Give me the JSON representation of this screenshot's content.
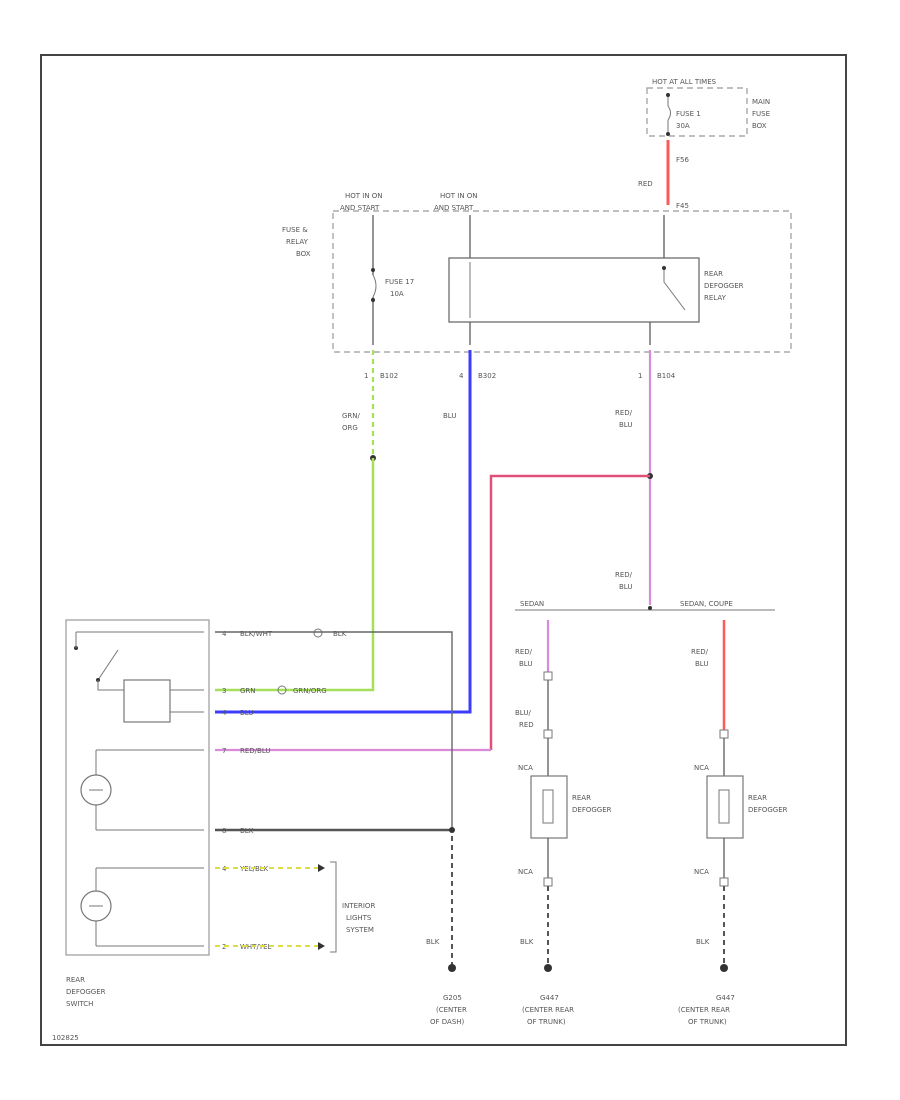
{
  "diagram": {
    "colors": {
      "red": "#ff5a5a",
      "blue": "#3c3cff",
      "green": "#a6e05a",
      "pink": "#d98ad9",
      "crimson": "#e0507a",
      "black": "#555555",
      "yellow": "#dddd44"
    },
    "main_fuse_box": {
      "hot_label": "HOT AT ALL TIMES",
      "fuse_label": "FUSE 1",
      "fuse_rating": "30A",
      "box_label_1": "MAIN",
      "box_label_2": "FUSE",
      "box_label_3": "BOX",
      "conn_top": "F56",
      "conn_bottom": "F45"
    },
    "red_wire_label": "RED",
    "relay_box": {
      "label_1": "FUSE &",
      "label_2": "RELAY",
      "label_3": "BOX",
      "hot1_a": "HOT IN ON",
      "hot1_b": "AND START",
      "hot2_a": "HOT IN ON",
      "hot2_b": "AND START",
      "fuse_label": "FUSE 17",
      "fuse_rating": "10A",
      "relay_1": "REAR",
      "relay_2": "DEFOGGER",
      "relay_3": "RELAY"
    },
    "connectors": {
      "c1_pin": "1",
      "c1_name": "B102",
      "c2_pin": "4",
      "c2_name": "B302",
      "c3_pin": "1",
      "c3_name": "B104"
    },
    "wire_labels": {
      "grn_org_1": "GRN/",
      "grn_org_2": "ORG",
      "blu": "BLU",
      "red_blu_1": "RED/",
      "red_blu_2": "BLU",
      "red_blu_mid_1": "RED/",
      "red_blu_mid_2": "BLU"
    },
    "splices": {
      "left": "SEDAN",
      "right": "SEDAN, COUPE"
    },
    "switch": {
      "row1_pin": "4",
      "row1_wire": "BLK/WHT",
      "row1_extra": "BLK",
      "row2_pin": "3",
      "row2_wire": "GRN/ORG",
      "row2_wire_a": "GRN",
      "row3_pin": "4",
      "row3_wire": "BLU",
      "row4_pin": "7",
      "row4_wire": "RED/BLU",
      "row5_pin": "8",
      "row5_wire": "BLK",
      "row6_pin": "4",
      "row6_wire": "YEL/BLK",
      "row7_pin": "2",
      "row7_wire": "WHT/YEL",
      "label_1": "REAR",
      "label_2": "DEFOGGER",
      "label_3": "SWITCH"
    },
    "interior": {
      "line_1": "INTERIOR",
      "line_2": "LIGHTS",
      "line_3": "SYSTEM"
    },
    "defogger_left": {
      "wire_top_1": "RED/",
      "wire_top_2": "BLU",
      "wire_mid_1": "BLU/",
      "wire_mid_2": "RED",
      "nca_top": "NCA",
      "nca_bottom": "NCA",
      "name_1": "REAR",
      "name_2": "DEFOGGER",
      "ground_wire": "BLK",
      "ground_name": "G447",
      "ground_loc_1": "(CENTER REAR",
      "ground_loc_2": "OF TRUNK)"
    },
    "defogger_right": {
      "wire_top_1": "RED/",
      "wire_top_2": "BLU",
      "nca_top": "NCA",
      "nca_bottom": "NCA",
      "name_1": "REAR",
      "name_2": "DEFOGGER",
      "ground_wire": "BLK",
      "ground_name": "G447",
      "ground_loc_1": "(CENTER REAR",
      "ground_loc_2": "OF TRUNK)"
    },
    "ground_dash": {
      "wire": "BLK",
      "name": "G205",
      "loc_1": "(CENTER",
      "loc_2": "OF DASH)"
    },
    "figure_id": "102825"
  }
}
